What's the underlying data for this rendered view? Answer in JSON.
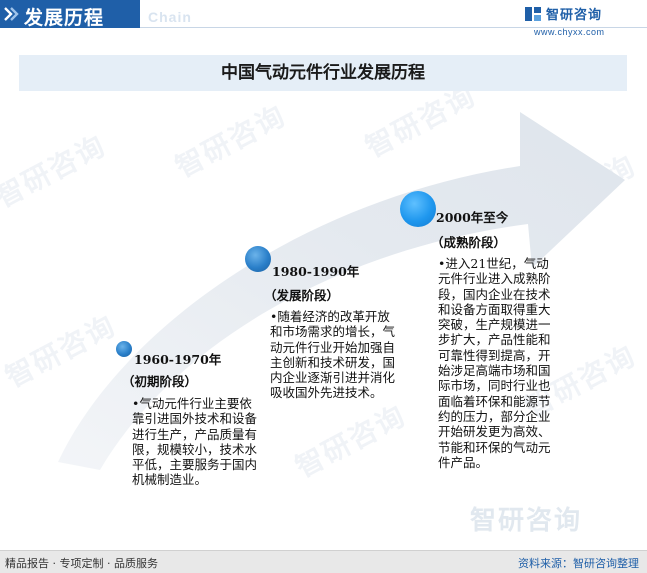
{
  "header": {
    "title": "发展历程",
    "subtitle": "Chain"
  },
  "logo": {
    "name": "智研咨询",
    "url": "www.chyxx.com"
  },
  "chart_data": {
    "type": "timeline",
    "title": "中国气动元件行业发展历程",
    "stages": [
      {
        "period": "1960-1970年",
        "name": "（初期阶段）",
        "description": "•气动元件行业主要依靠引进国外技术和设备进行生产，产品质量有限，规模较小，技术水平低，主要服务于国内机械制造业。"
      },
      {
        "period": "1980-1990年",
        "name": "（发展阶段）",
        "description": "•随着经济的改革开放和市场需求的增长，气动元件行业开始加强自主创新和技术研发，国内企业逐渐引进并消化吸收国外先进技术。"
      },
      {
        "period": "2000年至今",
        "name": "（成熟阶段）",
        "description": "•进入21世纪，气动元件行业进入成熟阶段，国内企业在技术和设备方面取得重大突破，生产规模进一步扩大，产品性能和可靠性得到提高，开始涉足高端市场和国际市场，同时行业也面临着环保和能源节约的压力，部分企业开始研发更为高效、节能和环保的气动元件产品。"
      }
    ]
  },
  "watermark": "智研咨询",
  "footer": {
    "left": "精品报告 · 专项定制 · 品质服务",
    "right": "资料来源：智研咨询整理"
  },
  "colors": {
    "brand": "#1f5fa8",
    "banner": "#e5eef7",
    "arrow": "#e6ebf1"
  }
}
